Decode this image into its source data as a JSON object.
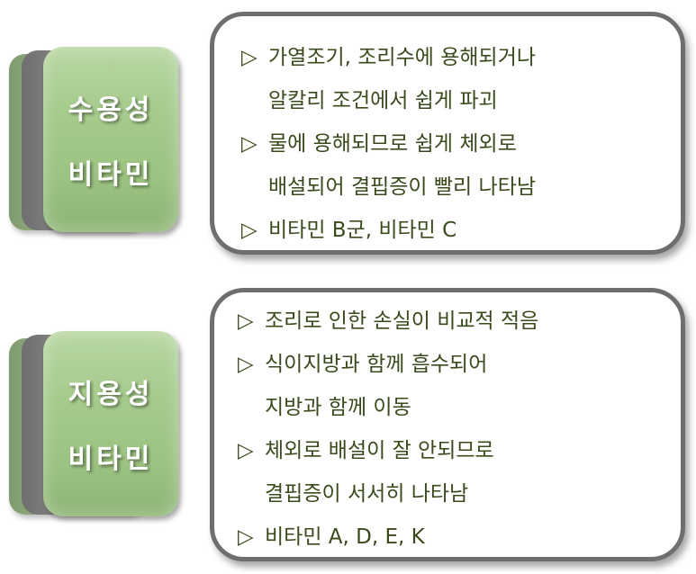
{
  "sections": [
    {
      "label_line1": "수용성",
      "label_line2": "비타민",
      "items": [
        {
          "lines": [
            "가열조기, 조리수에 용해되거나",
            "알칼리 조건에서 쉽게 파괴"
          ]
        },
        {
          "lines": [
            "물에 용해되므로 쉽게 체외로",
            "배설되어 결핍증이 빨리 나타남"
          ]
        },
        {
          "lines": [
            "비타민 B군, 비타민 C"
          ]
        }
      ]
    },
    {
      "label_line1": "지용성",
      "label_line2": "비타민",
      "items": [
        {
          "lines": [
            "조리로 인한 손실이 비교적 적음"
          ]
        },
        {
          "lines": [
            "식이지방과 함께 흡수되어",
            "지방과 함께 이동"
          ]
        },
        {
          "lines": [
            "체외로 배설이 잘 안되므로",
            "결핍증이 서서히 나타남"
          ]
        },
        {
          "lines": [
            "비타민 A, D, E, K"
          ]
        }
      ]
    }
  ],
  "bullet_glyph": "▷",
  "colors": {
    "label_green": "#a6cb8c",
    "box_border": "#6e6e6e",
    "text": "#3a4a1c"
  }
}
